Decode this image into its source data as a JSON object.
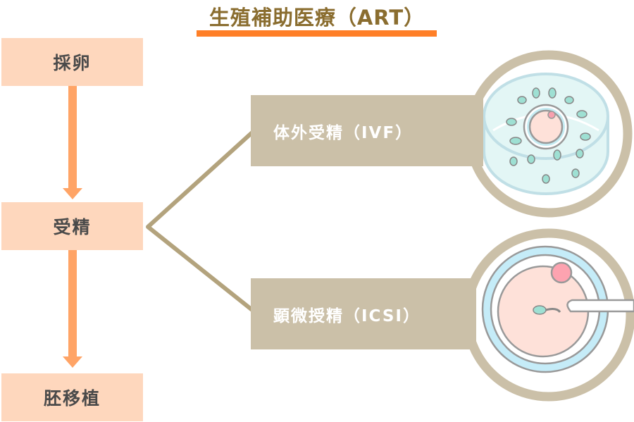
{
  "title": "生殖補助医療（ART）",
  "steps": [
    {
      "label": "採卵"
    },
    {
      "label": "受精"
    },
    {
      "label": "胚移植"
    }
  ],
  "methods": [
    {
      "label": "体外受精（IVF）",
      "icon": "petri-dish-sperm-egg-icon"
    },
    {
      "label": "顕微授精（ICSI）",
      "icon": "micro-injection-egg-icon"
    }
  ],
  "colors": {
    "title": "#8a6d2f",
    "underline": "#ff7f27",
    "step_box": "#fed7bd",
    "arrow": "#ffa466",
    "method_box": "#cbc0a8",
    "connector": "#b3a37d"
  }
}
